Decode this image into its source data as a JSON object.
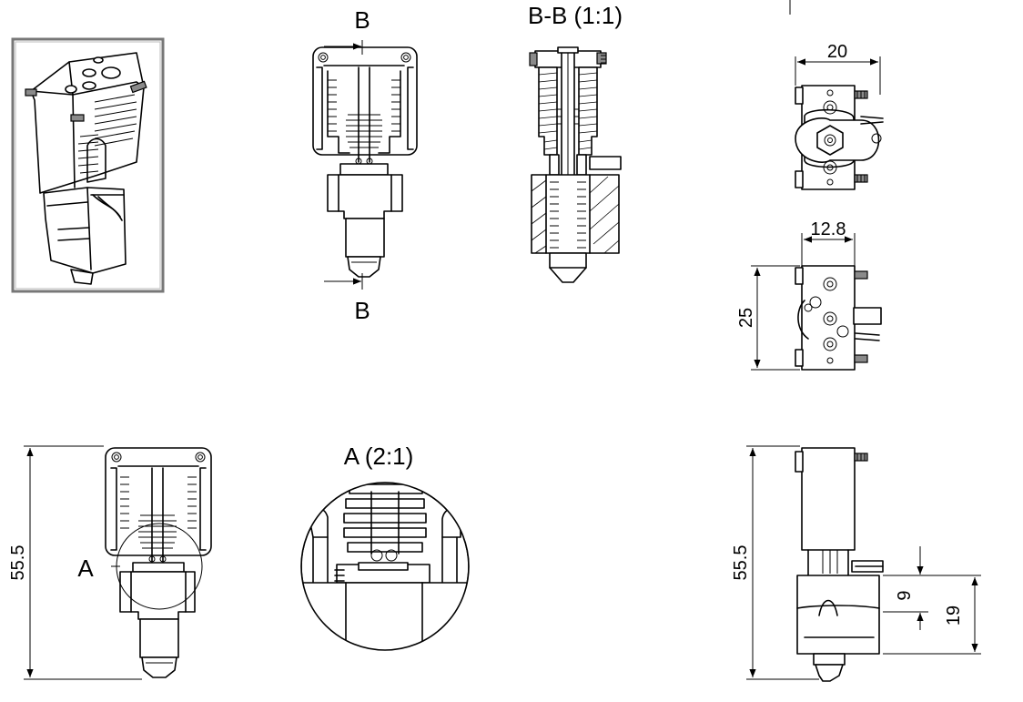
{
  "labels": {
    "section_marker_top": "B",
    "section_marker_bottom": "B",
    "section_title": "B-B (1:1)",
    "detail_marker": "A",
    "detail_title": "A (2:1)"
  },
  "dimensions": {
    "top_width": "20",
    "side_width": "12.8",
    "side_height": "25",
    "front_height": "55.5",
    "right_height": "55.5",
    "block_offset": "9",
    "block_height": "19"
  }
}
